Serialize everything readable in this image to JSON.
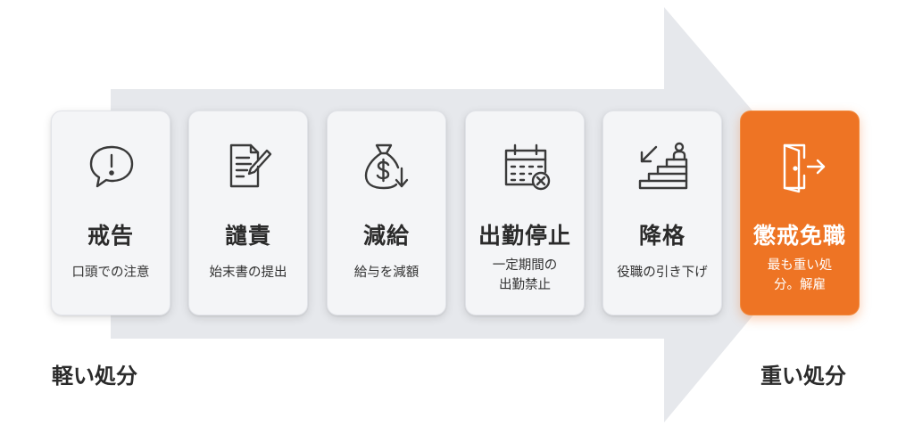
{
  "cards": [
    {
      "title": "戒告",
      "desc": "口頭での注意",
      "icon": "speech-bubble-exclamation-icon"
    },
    {
      "title": "譴責",
      "desc": "始末書の提出",
      "icon": "document-pen-icon"
    },
    {
      "title": "減給",
      "desc": "給与を減額",
      "icon": "money-bag-down-icon"
    },
    {
      "title": "出勤停止",
      "desc": "一定期間の\n出勤禁止",
      "icon": "calendar-cross-icon"
    },
    {
      "title": "降格",
      "desc": "役職の引き下げ",
      "icon": "stairs-down-person-icon"
    },
    {
      "title": "懲戒免職",
      "desc": "最も重い処\n分。解雇",
      "icon": "exit-door-icon"
    }
  ],
  "labels": {
    "left": "軽い処分",
    "right": "重い処分"
  },
  "colors": {
    "highlight": "#ee7424",
    "arrow": "#e6e8ec",
    "card": "#f4f5f7",
    "text": "#2b2b2b"
  }
}
